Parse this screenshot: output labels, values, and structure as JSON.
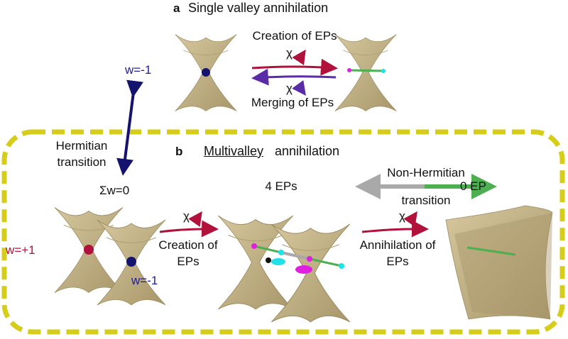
{
  "panel_a": {
    "letter": "a",
    "title": "Single valley annihilation",
    "winding": "w=-1",
    "creation_label": "Creation of EPs",
    "merging_label": "Merging of EPs",
    "chi": "χ"
  },
  "hermitian": {
    "line1": "Hermitian",
    "line2": "transition"
  },
  "panel_b": {
    "letter": "b",
    "title_underlined": "Multivalley",
    "title_rest": "annihilation",
    "sum_winding": "Σw=0",
    "w_plus": "w=+1",
    "w_minus": "w=-1",
    "four_eps": "4 EPs",
    "zero_ep": "0 EP",
    "non_hermitian_1": "Non-Hermitian",
    "non_hermitian_2": "transition",
    "creation_1": "Creation of",
    "creation_2": "EPs",
    "annihilation_1": "Annihilation of",
    "annihilation_2": "EPs",
    "chi": "χ"
  },
  "colors": {
    "surface": "#c9b98f",
    "dash": "#d6cc1a",
    "red": "#b0123c",
    "purple": "#5b2ca8",
    "navy": "#14136e",
    "green": "#4caf50",
    "gray": "#a9a9a9",
    "magenta": "#e020e0",
    "cyan": "#20e0e8"
  }
}
